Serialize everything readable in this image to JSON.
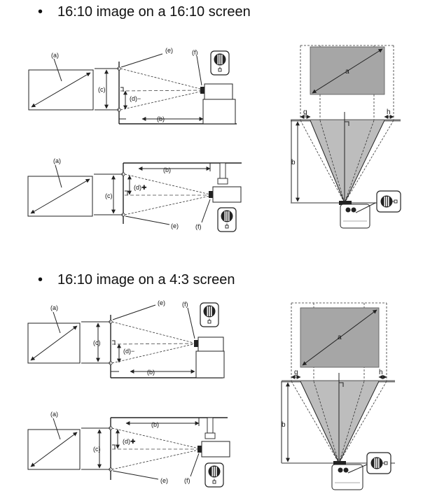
{
  "sections": [
    {
      "bullet": "•",
      "title": "16:10 image on a 16:10 screen"
    },
    {
      "bullet": "•",
      "title": "16:10 image on a 4:3 screen"
    }
  ],
  "labels": {
    "a": "(a)",
    "b": "(b)",
    "c": "(c)",
    "d_minus": "(d)−",
    "d_plus": "(d)✚",
    "e": "(e)",
    "f": "(f)",
    "front_a": "a",
    "front_b": "b",
    "front_g": "g",
    "front_h": "h"
  },
  "colors": {
    "screen_fill": "#a6a6a6",
    "beam_fill": "#bdbdbd",
    "line": "#222222"
  }
}
